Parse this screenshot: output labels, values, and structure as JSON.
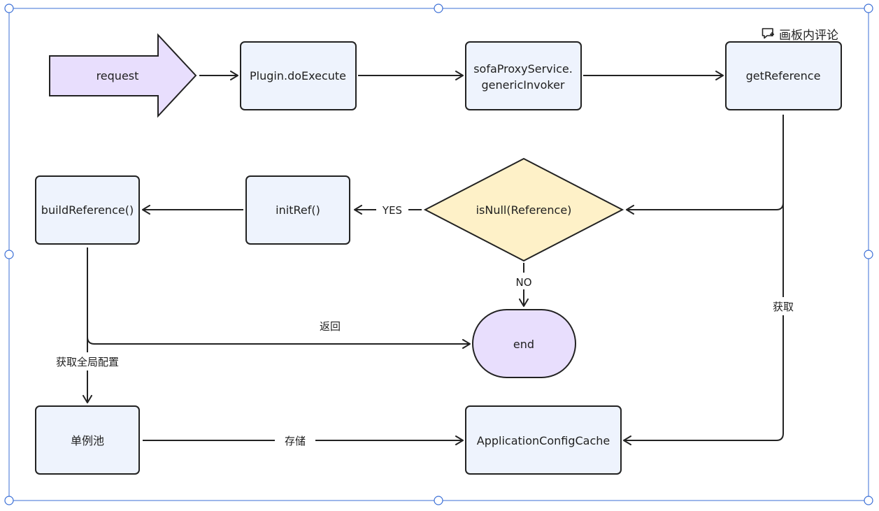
{
  "toolbar": {
    "comment_label": "画板内评论",
    "comment_icon": "comment-add-icon"
  },
  "colors": {
    "node_fill": "#eef3fd",
    "start_fill": "#e8defd",
    "decision_fill": "#fef1c8",
    "end_fill": "#e8defd",
    "stroke": "#222222",
    "selection": "#3b6fd6"
  },
  "nodes": {
    "request": "request",
    "plugin": "Plugin.doExecute",
    "sofa_line1": "sofaProxyService.",
    "sofa_line2": "genericInvoker",
    "getref": "getReference",
    "isnull": "isNull(Reference)",
    "initref": "initRef()",
    "buildref": "buildReference()",
    "end": "end",
    "singleton": "单例池",
    "appcache": "ApplicationConfigCache"
  },
  "edges": {
    "yes": "YES",
    "no": "NO",
    "return": "返回",
    "get_global": "获取全局配置",
    "get": "获取",
    "store": "存储"
  }
}
